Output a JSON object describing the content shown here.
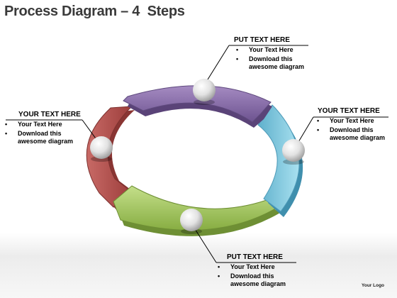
{
  "slide": {
    "title": "Process Diagram – 4  Steps",
    "logo": "Your Logo"
  },
  "callouts": {
    "top": {
      "heading": "PUT TEXT  HERE",
      "bullets": [
        "Your Text Here",
        "Download this awesome diagram"
      ]
    },
    "left": {
      "heading": "YOUR TEXT HERE",
      "bullets": [
        "Your Text Here",
        "Download this awesome diagram"
      ]
    },
    "right": {
      "heading": "YOUR TEXT HERE",
      "bullets": [
        "Your Text Here",
        "Download this awesome diagram"
      ]
    },
    "bottom": {
      "heading": "PUT TEXT HERE",
      "bullets": [
        "Your Text Here",
        "Download this awesome diagram"
      ]
    }
  },
  "colors": {
    "purple": "#8a6fa8",
    "blue": "#7cc6dc",
    "green": "#9ec25a",
    "red": "#b35350"
  }
}
